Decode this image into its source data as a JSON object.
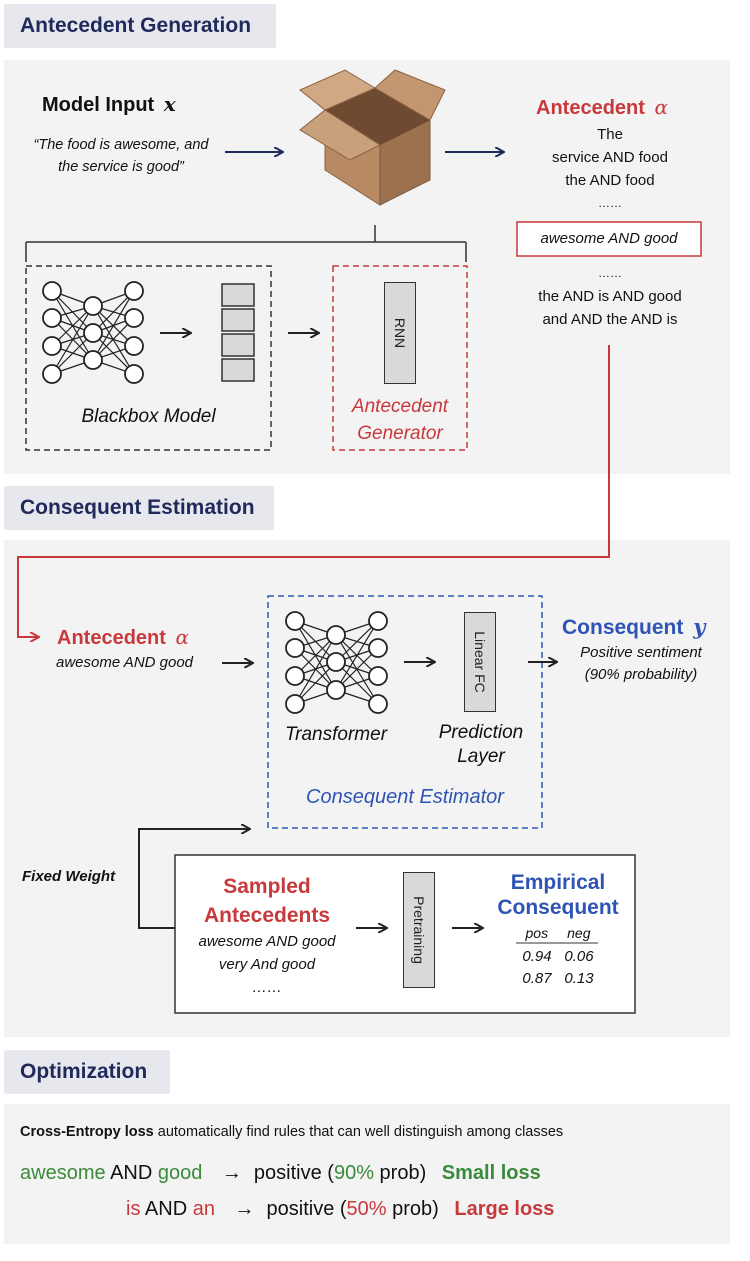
{
  "sections": {
    "generation": "Antecedent Generation",
    "estimation": "Consequent Estimation",
    "optimization": "Optimization"
  },
  "input": {
    "title": "Model Input",
    "symbol": "x",
    "text": "“The food is awesome, and the service is good”"
  },
  "antecedent_list": {
    "title": "Antecedent",
    "symbol": "α",
    "items_top": [
      "The",
      "service AND food",
      "the AND food",
      "……"
    ],
    "highlight": "awesome AND good",
    "items_bottom": [
      "……",
      "the AND is AND good",
      "and AND the AND is"
    ]
  },
  "blackbox": {
    "label": "Blackbox Model"
  },
  "generator": {
    "rnn": "RNN",
    "label_line1": "Antecedent",
    "label_line2": "Generator"
  },
  "estimation_in": {
    "title": "Antecedent",
    "symbol": "α",
    "text": "awesome AND good"
  },
  "estimator": {
    "transformer": "Transformer",
    "linear": "Linear FC",
    "pred_line1": "Prediction",
    "pred_line2": "Layer",
    "label": "Consequent Estimator"
  },
  "consequent": {
    "title": "Consequent",
    "symbol": "y",
    "line1": "Positive sentiment",
    "line2": "(90% probability)"
  },
  "fixed_weight": "Fixed Weight",
  "pretrain_box": {
    "title_line1": "Sampled",
    "title_line2": "Antecedents",
    "items": [
      "awesome AND good",
      "very And good",
      "……"
    ],
    "pretraining": "Pretraining",
    "emp_line1": "Empirical",
    "emp_line2": "Consequent",
    "table_headers": [
      "pos",
      "neg"
    ],
    "table_rows": [
      [
        "0.94",
        "0.06"
      ],
      [
        "0.87",
        "0.13"
      ]
    ]
  },
  "optimization": {
    "desc_bold": "Cross-Entropy loss",
    "desc_rest": " automatically find rules that can well distinguish among classes",
    "rule1": {
      "a": "awesome",
      "and": " AND ",
      "b": "good",
      "arrow": "→",
      "pos": "positive (",
      "pct": "90%",
      "prob": " prob)",
      "loss": "Small loss"
    },
    "rule2": {
      "a": "is",
      "and": " AND ",
      "b": "an",
      "arrow": "→",
      "pos": "positive (",
      "pct": "50%",
      "prob": " prob)",
      "loss": "Large loss"
    }
  },
  "colors": {
    "red": "#c8393c",
    "blue": "#2f54b4",
    "green": "#3a8a3c",
    "navy": "#1f2a5a"
  }
}
